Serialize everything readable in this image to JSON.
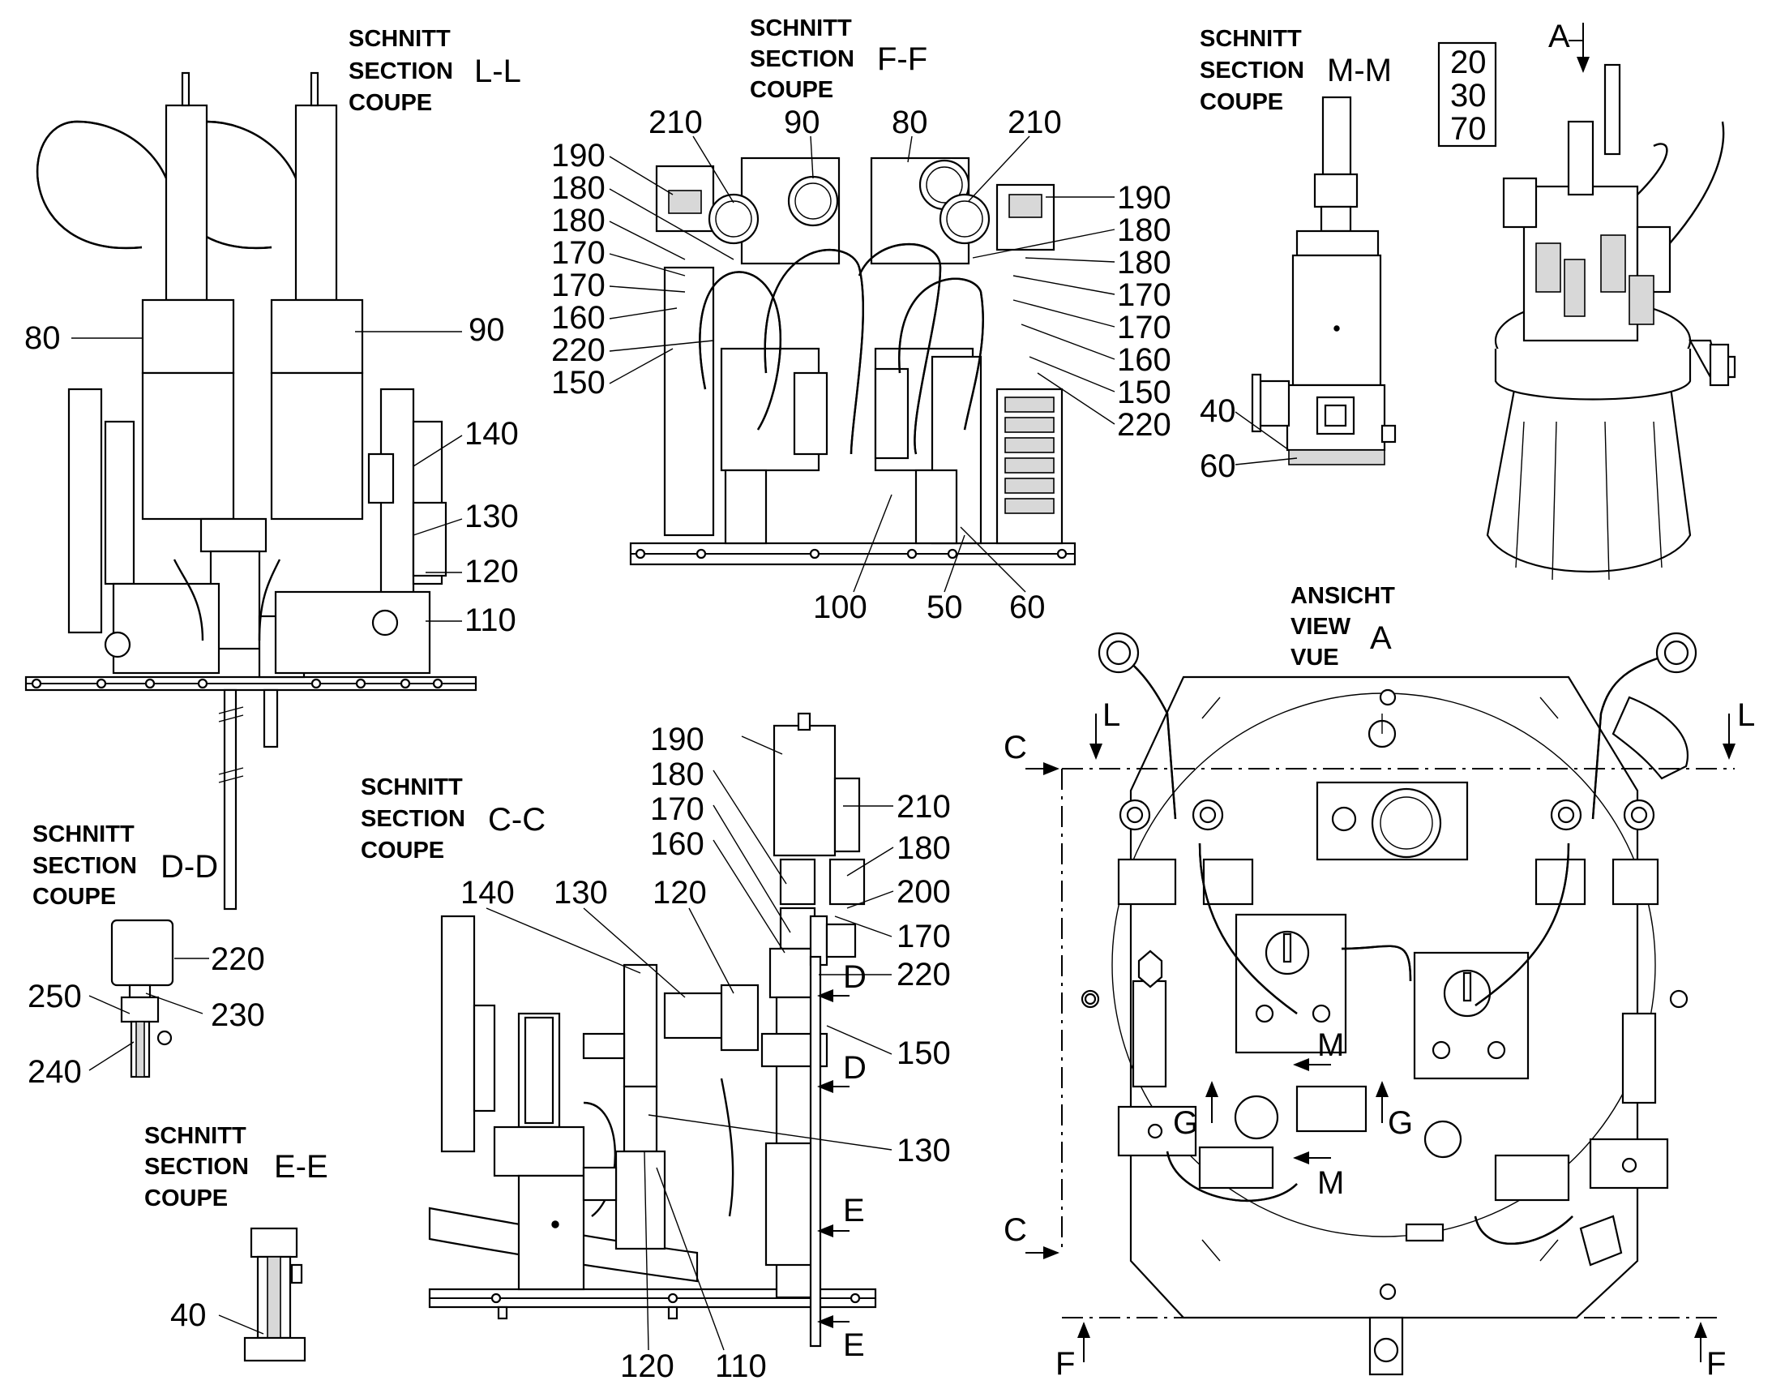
{
  "section_words": {
    "schnitt": "SCHNITT",
    "section": "SECTION",
    "coupe": "COUPE"
  },
  "view_words": {
    "ansicht": "ANSICHT",
    "view": "VIEW",
    "vue": "VUE"
  },
  "sections": {
    "ll": "L-L",
    "ff": "F-F",
    "mm": "M-M",
    "dd": "D-D",
    "cc": "C-C",
    "ee": "E-E",
    "a": "A"
  },
  "variant_box": {
    "line1": "20",
    "line2": "30",
    "line3": "70"
  },
  "cut_markers": {
    "a": "A",
    "l": "L",
    "c": "C",
    "f": "F",
    "d": "D",
    "e": "E",
    "m": "M",
    "g": "G"
  },
  "labels_ll": {
    "l80": "80",
    "l90": "90",
    "l140": "140",
    "l130": "130",
    "l120": "120",
    "l110": "110"
  },
  "labels_ff": {
    "l210a": "210",
    "l90": "90",
    "l80": "80",
    "l210b": "210",
    "l190a": "190",
    "l180a": "180",
    "l180b": "180",
    "l170a": "170",
    "l170b": "170",
    "l160a": "160",
    "l220a": "220",
    "l150a": "150",
    "l190b": "190",
    "l180c": "180",
    "l180d": "180",
    "l170c": "170",
    "l170d": "170",
    "l160b": "160",
    "l150b": "150",
    "l220b": "220",
    "l100": "100",
    "l50": "50",
    "l60": "60"
  },
  "labels_mm": {
    "l40": "40",
    "l60": "60"
  },
  "labels_dd": {
    "l220": "220",
    "l250": "250",
    "l230": "230",
    "l240": "240"
  },
  "labels_ee": {
    "l40": "40"
  },
  "labels_cc": {
    "l190": "190",
    "l180a": "180",
    "l170a": "170",
    "l160": "160",
    "l210": "210",
    "l180b": "180",
    "l200": "200",
    "l170b": "170",
    "l220": "220",
    "l150": "150",
    "l140": "140",
    "l130a": "130",
    "l120a": "120",
    "l130b": "130",
    "l120b": "120",
    "l110": "110"
  }
}
